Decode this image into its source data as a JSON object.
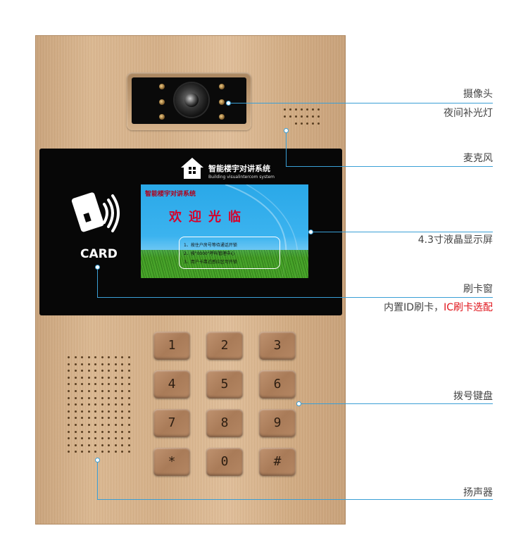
{
  "panel": {
    "brand_title": "智能楼宇对讲系统",
    "brand_subtitle": "Building visualintercom system",
    "card_label": "CARD"
  },
  "screen": {
    "title": "智能楼宇对讲系统",
    "welcome": "欢迎光临",
    "lines": [
      "1、按住户房号等待通话开锁",
      "2、按\"0000\"呼叫管理中心",
      "3、用户卡靠近感应区可开锁"
    ]
  },
  "keypad": {
    "keys": [
      "1",
      "2",
      "3",
      "4",
      "5",
      "6",
      "7",
      "8",
      "9",
      "*",
      "0",
      "#"
    ]
  },
  "callouts": {
    "camera": "摄像头",
    "night_light": "夜间补光灯",
    "microphone": "麦克风",
    "lcd": "4.3寸液晶显示屏",
    "card_window": "刷卡窗",
    "card_detail_prefix": "内置ID刷卡，",
    "card_detail_highlight": "IC刷卡选配",
    "keypad": "拨号键盘",
    "speaker": "扬声器"
  },
  "colors": {
    "panel": "#d6b189",
    "callout_line": "#3a9fd6",
    "highlight": "#e0141b"
  }
}
